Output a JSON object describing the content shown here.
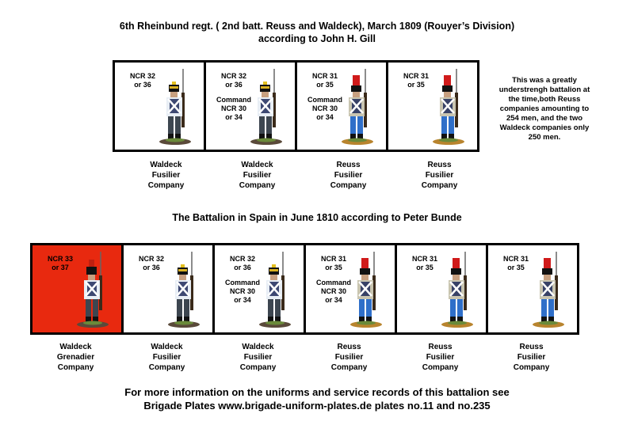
{
  "title_line1": "6th Rheinbund regt. ( 2nd batt. Reuss and Waldeck), March 1809 (Rouyer’s Division)",
  "title_line2": "according to  John H. Gill",
  "section2_title": "The Battalion in Spain in June 1810 according to Peter Bunde",
  "note": "This was a greatly understrengh battalion at the time,both Reuss companies amounting to 254 men, and the two Waldeck  companies only 250 men.",
  "footer_line1": "For more information on the uniforms and service records of this battalion see",
  "footer_line2": "Brigade Plates www.brigade-uniform-plates.de     plates no.11 and no.235",
  "colors": {
    "grenadier_bg": "#e8290f",
    "waldeck_coat": "#e8eef5",
    "waldeck_trousers": "#3d4650",
    "reuss_coat": "#c9c5b0",
    "reuss_trousers": "#2f6fc9",
    "plume_red": "#d01a1a"
  },
  "row1": [
    {
      "ncr": "NCR 32\nor 36",
      "command": "",
      "label": "Waldeck\nFusilier\nCompany",
      "type": "waldeck"
    },
    {
      "ncr": "NCR 32\nor 36",
      "command": "Command\nNCR 30\nor 34",
      "label": "Waldeck\nFusilier\nCompany",
      "type": "waldeck"
    },
    {
      "ncr": "NCR 31\nor 35",
      "command": "Command\nNCR 30\nor 34",
      "label": "Reuss\nFusilier\nCompany",
      "type": "reuss"
    },
    {
      "ncr": "NCR 31\nor 35",
      "command": "",
      "label": "Reuss\nFusilier\nCompany",
      "type": "reuss"
    }
  ],
  "row2": [
    {
      "ncr": "NCR 33\nor 37",
      "command": "",
      "label": "Waldeck\nGrenadier\nCompany",
      "type": "grenadier"
    },
    {
      "ncr": "NCR 32\nor 36",
      "command": "",
      "label": "Waldeck\nFusilier\nCompany",
      "type": "waldeck"
    },
    {
      "ncr": "NCR 32\nor 36",
      "command": "Command\nNCR 30\nor 34",
      "label": "Waldeck\nFusilier\nCompany",
      "type": "waldeck"
    },
    {
      "ncr": "NCR 31\nor 35",
      "command": "Command\nNCR 30\nor 34",
      "label": "Reuss\nFusilier\nCompany",
      "type": "reuss"
    },
    {
      "ncr": "NCR 31\nor 35",
      "command": "",
      "label": "Reuss\nFusilier\nCompany",
      "type": "reuss"
    },
    {
      "ncr": "NCR 31\nor 35",
      "command": "",
      "label": "Reuss\nFusilier\nCompany",
      "type": "reuss"
    }
  ]
}
